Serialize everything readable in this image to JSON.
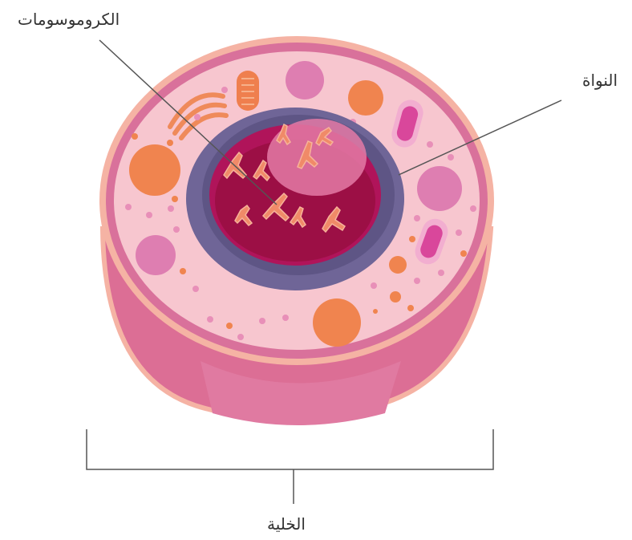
{
  "labels": {
    "chromosomes": "الكروموسومات",
    "nucleus": "النواة",
    "cell": "الخلية"
  },
  "colors": {
    "cell_outer": "#f2a9a0",
    "cell_membrane": "#d9719b",
    "cytoplasm": "#f7c6cf",
    "nuclear_envelope": "#6f6597",
    "nucleus": "#a6124a",
    "nucleolus": "#e47aa6",
    "chromosome": "#f08a68",
    "organelle_orange": "#f08a5a",
    "organelle_pink": "#de7eb1",
    "leader_line": "#555555"
  }
}
